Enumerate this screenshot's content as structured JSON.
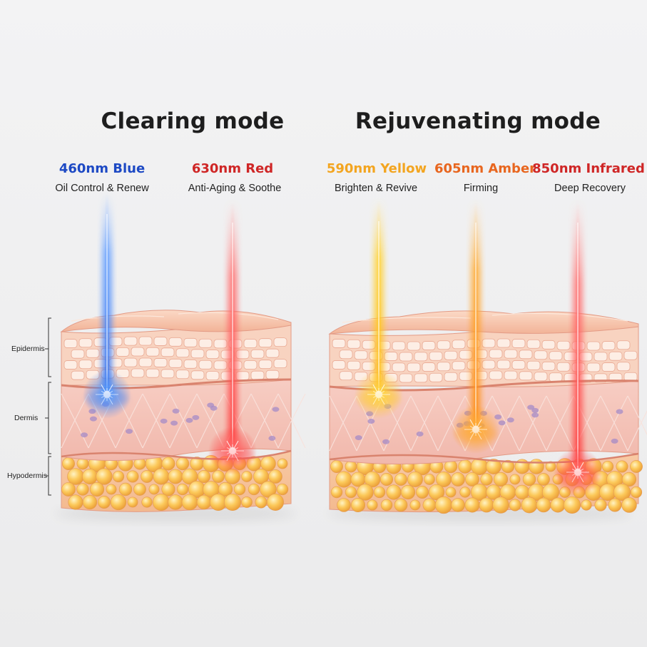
{
  "modes": [
    {
      "title": "Clearing mode",
      "lights": [
        {
          "wavelength": "460nm Blue",
          "benefit": "Oil Control & Renew",
          "color": "#1d49c4"
        },
        {
          "wavelength": "630nm Red",
          "benefit": "Anti-Aging & Soothe",
          "color": "#cf2626"
        }
      ]
    },
    {
      "title": "Rejuvenating mode",
      "lights": [
        {
          "wavelength": "590nm Yellow",
          "benefit": "Brighten & Revive",
          "color": "#f3a520"
        },
        {
          "wavelength": "605nm Amber",
          "benefit": "Firming",
          "color": "#e8661f"
        },
        {
          "wavelength": "850nm Infrared",
          "benefit": "Deep Recovery",
          "color": "#cf2626"
        }
      ]
    }
  ],
  "layers": [
    "Epidermis",
    "Dermis",
    "Hypodermis"
  ],
  "colors": {
    "skin_top": "#f7c5aa",
    "skin_cell": "#fbe2d4",
    "dermis": "#f5c2b8",
    "fat_cell": "#fbbf4f",
    "fat_bg": "#f6c79b",
    "blue_beam": "#3a7df2",
    "red_beam": "#ff4a4a",
    "yellow_beam": "#ffcb1f",
    "amber_beam": "#ff9e1c"
  }
}
